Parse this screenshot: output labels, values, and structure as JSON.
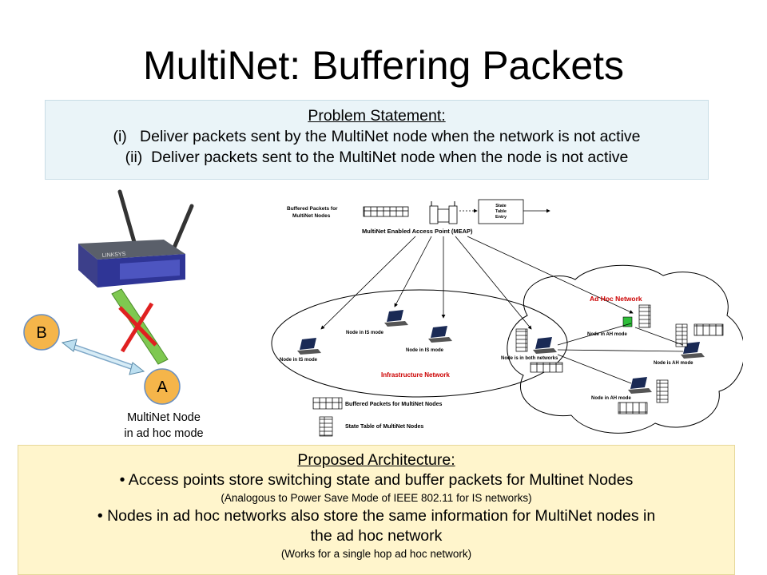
{
  "title": "MultiNet: Buffering Packets",
  "problem": {
    "heading": "Problem Statement:",
    "items": [
      "(i)   Deliver packets sent by the MultiNet node when the network is not active",
      "(ii)  Deliver packets sent to the MultiNet node when the node is not active"
    ]
  },
  "left_diagram": {
    "node_b": "B",
    "node_a": "A",
    "router_brand": "LINKSYS",
    "caption_line1": "MultiNet Node",
    "caption_line2": "in ad hoc mode"
  },
  "right_diagram": {
    "buffered_label_line1": "Buffered Packets for",
    "buffered_label_line2": "MultiNet Nodes",
    "state_label_line1": "State",
    "state_label_line2": "Table",
    "state_label_line3": "Entry",
    "meap_label": "MultiNet Enabled Access Point (MEAP)",
    "ad_hoc_network": "Ad Hoc Network",
    "infrastructure_network": "Infrastructure Network",
    "node_is_mode_1": "Node in IS mode",
    "node_is_mode_2": "Node in IS mode",
    "node_is_mode_3": "Node in IS mode",
    "node_both": "Node is in both networks",
    "node_ah_1": "Node in AH mode",
    "node_ah_2": "Node is AH mode",
    "node_ah_3": "Node in AH mode",
    "legend_buffer": "Buffered Packets for MultiNet Nodes",
    "legend_state": "State Table of MultiNet Nodes"
  },
  "proposed": {
    "heading": "Proposed Architecture:",
    "bullet1": "• Access points store switching state and buffer packets for Multinet Nodes",
    "note1": "(Analogous to Power Save Mode of IEEE 802.11 for IS networks)",
    "bullet2_line1": "• Nodes in ad hoc networks also store the same information for MultiNet nodes in",
    "bullet2_line2": "the ad hoc network",
    "note2": "(Works for a single hop ad hoc network)"
  },
  "colors": {
    "problem_bg": "#eaf4f8",
    "proposed_bg": "#fff5cc",
    "node_fill": "#f5b54a",
    "red_label": "#cc0000"
  }
}
